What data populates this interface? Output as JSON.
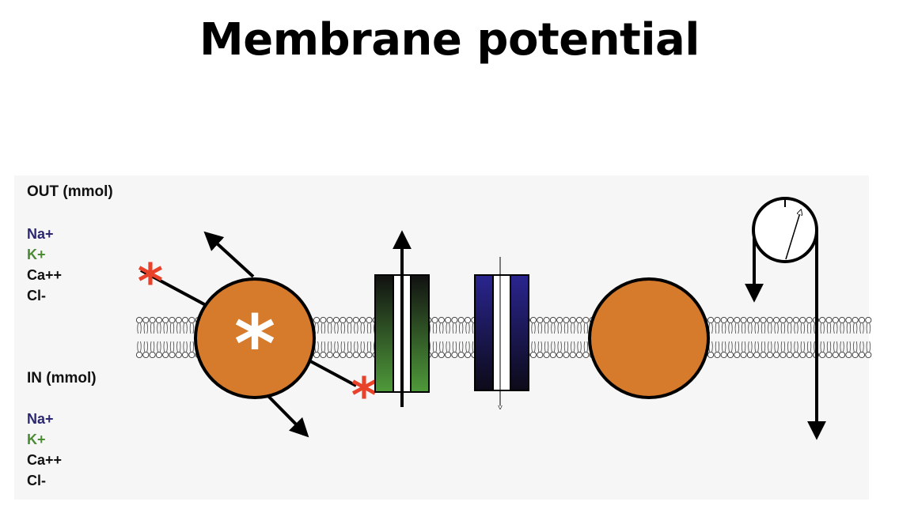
{
  "title": "Membrane potential",
  "out_section": {
    "label": "OUT (mmol)",
    "ions": [
      "Na+",
      "K+",
      "Ca++",
      "Cl-"
    ]
  },
  "in_section": {
    "label": "IN  (mmol)",
    "ions": [
      "Na+",
      "K+",
      "Ca++",
      "Cl-"
    ]
  },
  "colors": {
    "na": "#2b2870",
    "k": "#4a8b34",
    "ca": "#111111",
    "cl": "#111111",
    "pump": "#d67a2c",
    "star": "#e8422a",
    "channel_green": "#4f9a3a",
    "channel_blue": "#27238a"
  },
  "icons": {
    "pump_star": "white-asterisk",
    "outer_star": "red-asterisk",
    "inner_star": "red-asterisk",
    "voltmeter": "voltmeter-gauge-icon"
  }
}
